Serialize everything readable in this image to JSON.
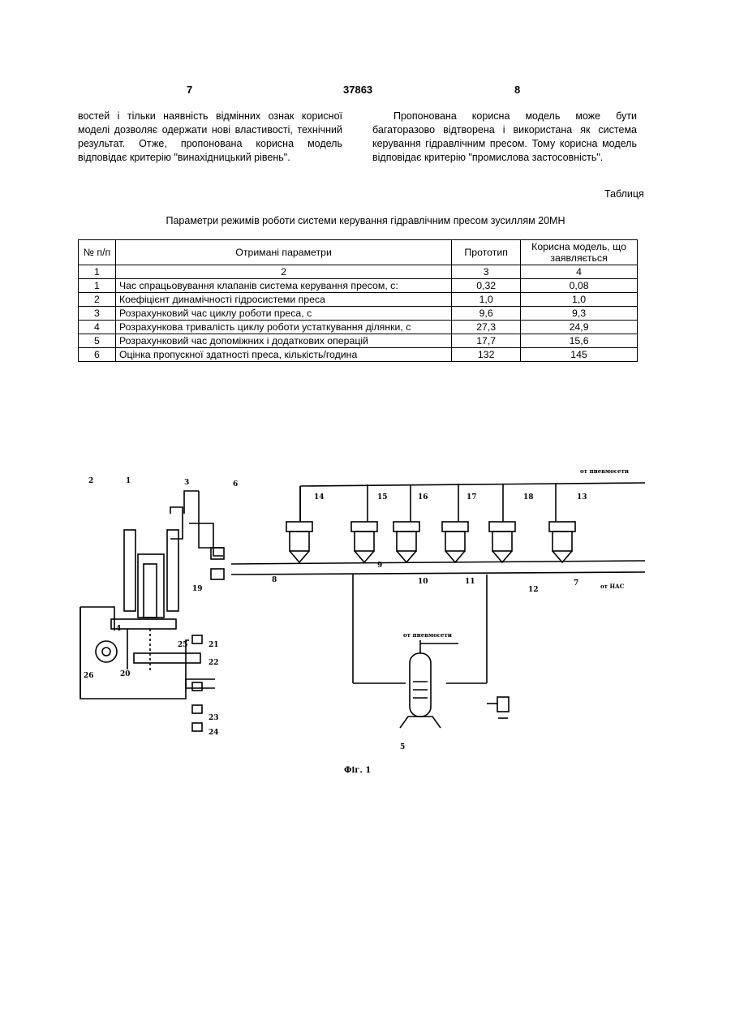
{
  "header": {
    "page_left": "7",
    "doc_number": "37863",
    "page_right": "8"
  },
  "left_column": [
    "востей і тільки наявність відмінних ознак корисної моделі дозволяє одержати нові властивості, технічний результат. Отже, пропонована корисна модель відповідає критерію \"винахідницький рівень\"."
  ],
  "right_column": [
    "Пропонована корисна модель може бути багаторазово відтворена і використана як система керування гідравлічним пресом. Тому корисна модель відповідає критерію \"промислова застосовність\"."
  ],
  "table": {
    "caption": "Таблиця",
    "title": "Параметри режимів роботи системи керування гідравлічним пресом зусиллям 20МН",
    "headers": [
      "№ п/п",
      "Отримані параметри",
      "Прототип",
      "Корисна модель, що заявляється"
    ],
    "index_row": [
      "1",
      "2",
      "3",
      "4"
    ],
    "rows": [
      [
        "1",
        "Час спрацьовування клапанів система керування пресом, с:",
        "0,32",
        "0,08"
      ],
      [
        "2",
        "Коефіцієнт динамічності гідросистеми преса",
        "1,0",
        "1,0"
      ],
      [
        "3",
        "Розрахунковий час циклу роботи преса, с",
        "9,6",
        "9,3"
      ],
      [
        "4",
        "Розрахункова тривалість циклу роботи устаткування ділянки, с",
        "27,3",
        "24,9"
      ],
      [
        "5",
        "Розрахунковий час допоміжних і додаткових операцій",
        "17,7",
        "15,6"
      ],
      [
        "6",
        "Оцінка пропускної здатності преса, кількість/година",
        "132",
        "145"
      ]
    ]
  },
  "figure": {
    "caption": "Фіг. 1",
    "source_top": "от пневмосети",
    "source_nas": "от НАС",
    "source_tank": "от пневмосети",
    "numbers": [
      "2",
      "1",
      "3",
      "6",
      "19",
      "4",
      "25",
      "21",
      "22",
      "23",
      "24",
      "26",
      "20",
      "14",
      "15",
      "16",
      "17",
      "18",
      "13",
      "8",
      "9",
      "10",
      "11",
      "12",
      "7",
      "5"
    ]
  }
}
